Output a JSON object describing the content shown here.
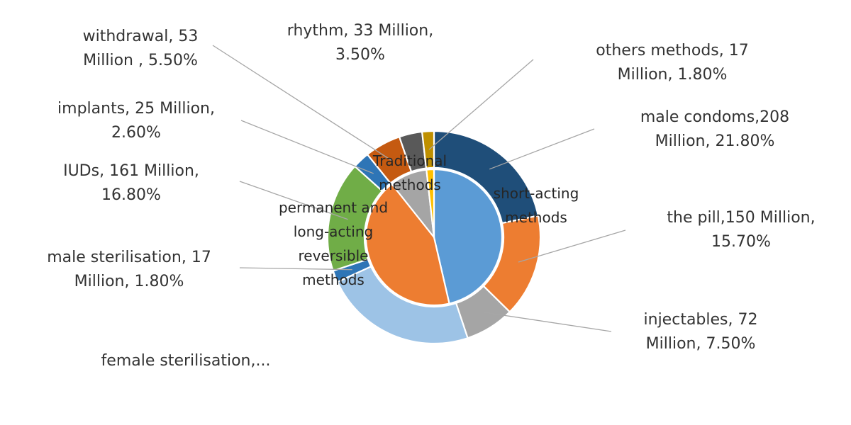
{
  "chart_data": {
    "type": "pie",
    "variant": "double-donut",
    "start_angle_deg": 0,
    "direction": "clockwise",
    "inner_ring": [
      {
        "name": "short-acting methods",
        "value": 47.0,
        "color": "#5b9bd5",
        "label_lines": [
          "short-acting",
          "methods"
        ]
      },
      {
        "name": "permanent and long-acting reversible methods",
        "value": 43.5,
        "color": "#ed7d31",
        "label_lines": [
          "permanent and",
          "long-acting",
          "reversible",
          "methods"
        ]
      },
      {
        "name": "Traditional methods",
        "value": 9.0,
        "color": "#a5a5a5",
        "label_lines": [
          "Traditional",
          "methods"
        ]
      },
      {
        "name": "",
        "value": 1.8,
        "color": "#ffc000",
        "label_lines": []
      }
    ],
    "outer_ring": [
      {
        "name": "male condoms",
        "value": 21.8,
        "color": "#1f4e79",
        "label_lines": [
          "male condoms,208",
          "Million, 21.80%"
        ]
      },
      {
        "name": "the pill",
        "value": 15.7,
        "color": "#ed7d31",
        "label_lines": [
          "the pill,150 Million,",
          "15.70%"
        ]
      },
      {
        "name": "injectables",
        "value": 7.5,
        "color": "#a5a5a5",
        "label_lines": [
          "injectables, 72",
          "Million, 7.50%"
        ]
      },
      {
        "name": "female sterilisation",
        "value": 23.3,
        "color": "#9dc3e6",
        "label_lines": [
          "female sterilisation,..."
        ]
      },
      {
        "name": "male sterilisation",
        "value": 1.8,
        "color": "#2e75b6",
        "label_lines": [
          "male sterilisation, 17",
          "Million, 1.80%"
        ]
      },
      {
        "name": "IUDs",
        "value": 16.8,
        "color": "#70ad47",
        "label_lines": [
          "IUDs, 161 Million,",
          "16.80%"
        ]
      },
      {
        "name": "implants",
        "value": 2.6,
        "color": "#2e75b6",
        "label_lines": [
          "implants, 25 Million,",
          "2.60%"
        ]
      },
      {
        "name": "withdrawal",
        "value": 5.5,
        "color": "#c55a11",
        "label_lines": [
          "withdrawal, 53",
          "Million , 5.50%"
        ]
      },
      {
        "name": "rhythm",
        "value": 3.5,
        "color": "#595959",
        "label_lines": [
          "rhythm, 33 Million,",
          "3.50%"
        ]
      },
      {
        "name": "others methods",
        "value": 1.8,
        "color": "#bf9000",
        "label_lines": [
          "others methods, 17",
          "Million, 1.80%"
        ]
      }
    ]
  }
}
